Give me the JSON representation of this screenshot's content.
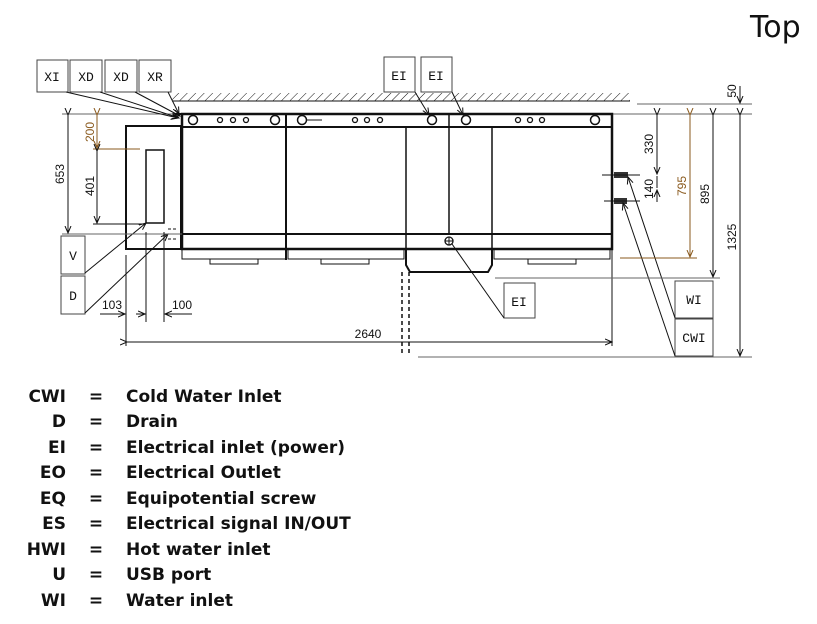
{
  "view_title": "Top",
  "callouts": {
    "top_left": [
      "XI",
      "XD",
      "XD",
      "XR"
    ],
    "top_mid": [
      "EI",
      "EI"
    ],
    "left": [
      "V",
      "D"
    ],
    "bottom_mid": "EI",
    "right": [
      "WI",
      "CWI"
    ]
  },
  "dimensions": {
    "d_200": "200",
    "d_401": "401",
    "d_653": "653",
    "d_103": "103",
    "d_100": "100",
    "d_2640": "2640",
    "d_50": "50",
    "d_330": "330",
    "d_140": "140",
    "d_795": "795",
    "d_895": "895",
    "d_1325": "1325"
  },
  "colors": {
    "line": "#111111",
    "brown_dimension": "#8a5a1e",
    "gray_line": "#666666"
  },
  "legend": [
    {
      "code": "CWI",
      "desc": "Cold Water Inlet"
    },
    {
      "code": "D",
      "desc": "Drain"
    },
    {
      "code": "EI",
      "desc": "Electrical inlet (power)"
    },
    {
      "code": "EO",
      "desc": "Electrical Outlet"
    },
    {
      "code": "EQ",
      "desc": "Equipotential screw"
    },
    {
      "code": "ES",
      "desc": "Electrical signal IN/OUT"
    },
    {
      "code": "HWI",
      "desc": "Hot water inlet"
    },
    {
      "code": "U",
      "desc": "USB port"
    },
    {
      "code": "WI",
      "desc": "Water inlet"
    }
  ],
  "legend_separator": "="
}
